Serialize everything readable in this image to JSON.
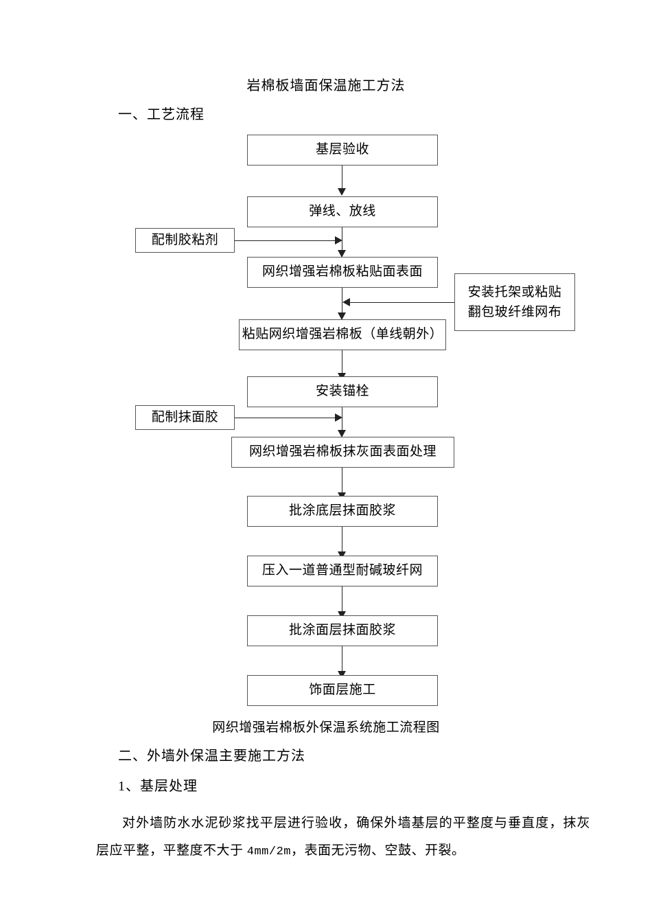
{
  "document": {
    "title": "岩棉板墙面保温施工方法"
  },
  "headings": {
    "section_1": "一、工艺流程",
    "section_2": "二、外墙外保温主要施工方法",
    "section_2_sub_1": "1、基层处理"
  },
  "figure": {
    "caption": "网织增强岩棉板外保温系统施工流程图",
    "nodes": {
      "n1": "基层验收",
      "n2": "弹线、放线",
      "n3": "网织增强岩棉板粘贴面表面",
      "n4": "粘贴网织增强岩棉板（单线朝外）",
      "n5": "安装锚栓",
      "n6": "网织增强岩棉板抹灰面表面处理",
      "n7": "批涂底层抹面胶浆",
      "n8": "压入一道普通型耐碱玻纤网",
      "n9": "批涂面层抹面胶浆",
      "n10": "饰面层施工",
      "side_left_1": "配制胶粘剂",
      "side_left_2": "配制抹面胶",
      "side_right_1_line1": "安装托架或粘贴",
      "side_right_1_line2": "翻包玻纤维网布"
    }
  },
  "body": {
    "paragraph_1_part1": "对外墙防水水泥砂浆找平层进行验收，确保外墙基层的平整度与垂直度，抹灰层应平整，平整度不大于 ",
    "paragraph_1_measure": "4mm/2m",
    "paragraph_1_part2": "，表面无污物、空鼓、开裂。"
  },
  "colors": {
    "text": "#000000",
    "node_border": "#555555",
    "connector": "#222222",
    "page_background": "#ffffff"
  }
}
